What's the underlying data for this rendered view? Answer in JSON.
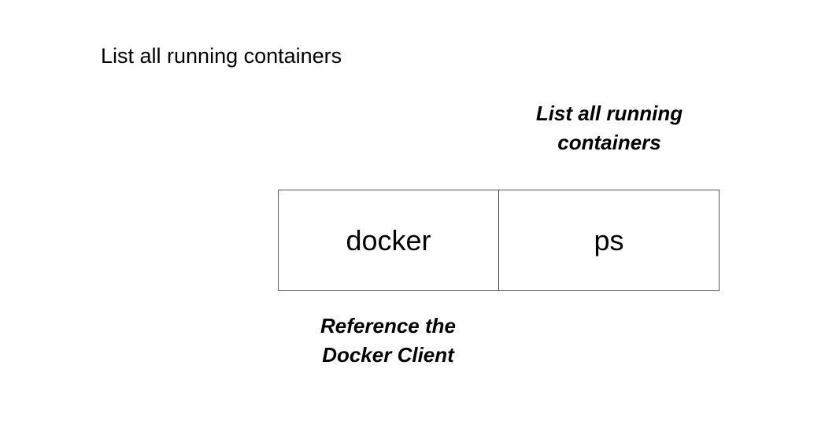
{
  "page": {
    "title": "List all running containers"
  },
  "command": {
    "segments": [
      {
        "id": "docker",
        "text": "docker"
      },
      {
        "id": "ps",
        "text": "ps"
      }
    ]
  },
  "annotations": {
    "ps_label": {
      "lines": [
        "List all running",
        "containers"
      ]
    },
    "docker_label": {
      "lines": [
        "Reference the",
        "Docker Client"
      ]
    }
  },
  "colors": {
    "background": "#ffffff",
    "text": "#000000",
    "box_border": "#595959",
    "box_divider": "#404040"
  }
}
